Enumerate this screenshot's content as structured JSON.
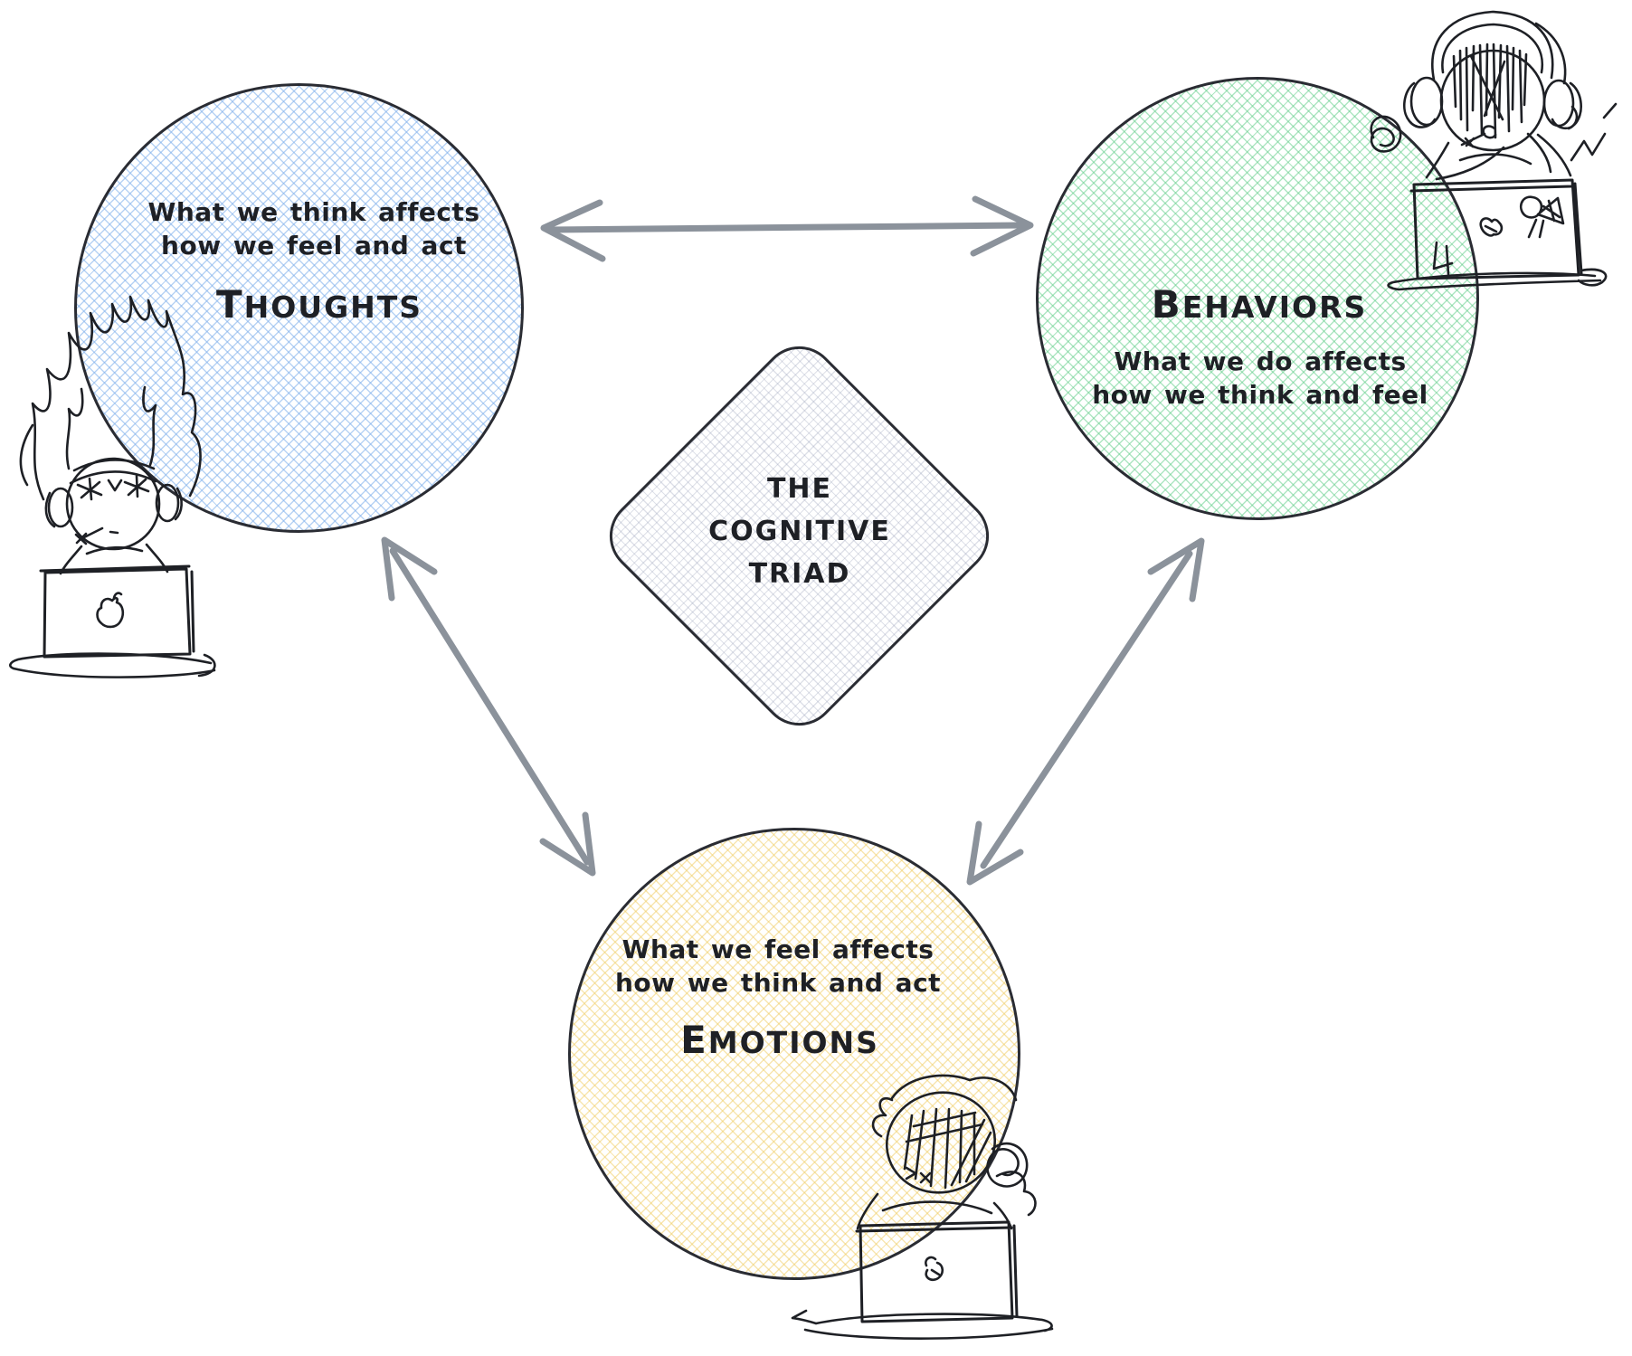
{
  "diagram": {
    "center": {
      "line1": "THE",
      "line2": "COGNITIVE",
      "line3": "TRIAD"
    },
    "thoughts": {
      "label": "THOUGHTS",
      "desc1": "What we think affects",
      "desc2": "how we feel and act",
      "hatch_rgba": "rgba(125,175,235,0.55)"
    },
    "behaviors": {
      "label": "BEHAVIORS",
      "desc1": "What we do affects",
      "desc2": "how we think and feel",
      "hatch_rgba": "rgba(96,205,136,0.50)"
    },
    "emotions": {
      "label": "EMOTIONS",
      "desc1": "What we feel affects",
      "desc2": "how we think and act",
      "hatch_rgba": "rgba(240,205,100,0.50)"
    },
    "arrow_color": "#8b929b",
    "ink_color": "#1e2025",
    "characters": {
      "left": "angry-person-on-fire-at-laptop",
      "top_right": "overwhelmed-person-with-headphones-at-laptop",
      "bottom": "exhausted-person-slumped-at-laptop"
    }
  }
}
